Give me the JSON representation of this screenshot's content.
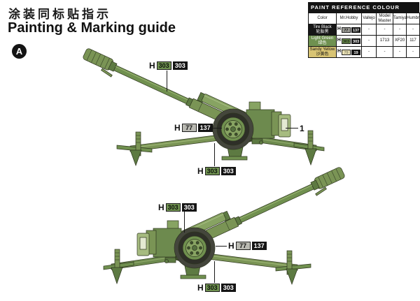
{
  "page": {
    "title_cn": "涂装同标贴指示",
    "title_en": "Painting & Marking guide",
    "view_marker": "A"
  },
  "paint_table": {
    "title": "PAINT REFERENCE COLOUR",
    "columns": [
      "Color",
      "Mr.Hobby",
      "Vallejo",
      "Model Master",
      "Tamiya",
      "Humbrol"
    ],
    "rows": [
      {
        "name_en": "Tire Black",
        "name_cn": "轮胎黑",
        "mr_hobby": {
          "prefix": "H",
          "box1": "77",
          "box2": "137"
        },
        "vallejo": "-",
        "model_master": "-",
        "tamiya": "-",
        "humbrol": "-"
      },
      {
        "name_en": "Light Green",
        "name_cn": "绿色",
        "mr_hobby": {
          "prefix": "H",
          "box1": "303",
          "box2": "303"
        },
        "vallejo": "-",
        "model_master": "1713",
        "tamiya": "XF20",
        "humbrol": "117"
      },
      {
        "name_en": "Sandy Yellow",
        "name_cn": "沙黄色",
        "mr_hobby": {
          "prefix": "H",
          "box1": "79",
          "box2": "19"
        },
        "vallejo": "-",
        "model_master": "-",
        "tamiya": "-",
        "humbrol": "-"
      }
    ]
  },
  "callouts": [
    {
      "prefix": "H",
      "box1": "303",
      "box2": "303"
    },
    {
      "prefix": "H",
      "box1": "77",
      "box2": "137"
    },
    {
      "label": "1"
    },
    {
      "prefix": "H",
      "box1": "303",
      "box2": "303"
    },
    {
      "prefix": "H",
      "box1": "303",
      "box2": "303"
    },
    {
      "prefix": "H",
      "box1": "77",
      "box2": "137"
    },
    {
      "prefix": "H",
      "box1": "303",
      "box2": "303"
    }
  ],
  "colors": {
    "gun_green": "#70904f",
    "gun_green_dark": "#5d7a42",
    "gun_green_light": "#87a362",
    "tire_black": "#44463c",
    "callout_green": "#6f9150",
    "sandy_yellow": "#d8c474",
    "ink": "#141414"
  }
}
